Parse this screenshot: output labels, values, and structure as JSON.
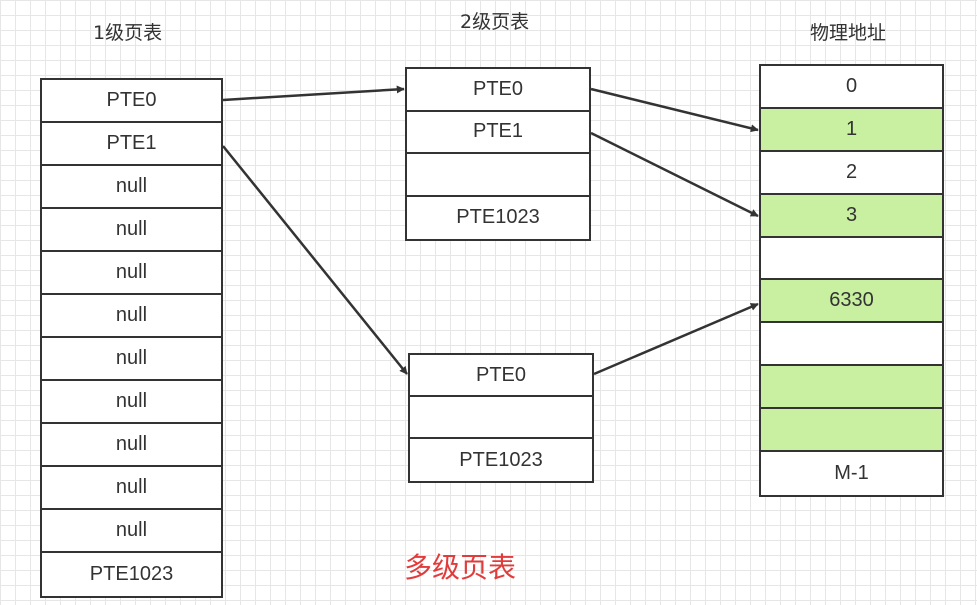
{
  "headings": {
    "level1": "1级页表",
    "level2": "2级页表",
    "physical": "物理地址"
  },
  "level1_table": [
    "PTE0",
    "PTE1",
    "null",
    "null",
    "null",
    "null",
    "null",
    "null",
    "null",
    "null",
    "null",
    "PTE1023"
  ],
  "level2_table_a": [
    "PTE0",
    "PTE1",
    "",
    "PTE1023"
  ],
  "level2_table_b": [
    "PTE0",
    "",
    "PTE1023"
  ],
  "physical_memory": [
    {
      "label": "0",
      "highlight": false
    },
    {
      "label": "1",
      "highlight": true
    },
    {
      "label": "2",
      "highlight": false
    },
    {
      "label": "3",
      "highlight": true
    },
    {
      "label": "",
      "highlight": false
    },
    {
      "label": "6330",
      "highlight": true
    },
    {
      "label": "",
      "highlight": false
    },
    {
      "label": "",
      "highlight": true
    },
    {
      "label": "",
      "highlight": true
    },
    {
      "label": "M-1",
      "highlight": false
    }
  ],
  "highlight_color": "#c8f0a0",
  "caption": "多级页表",
  "caption_color": "#e23b3b"
}
